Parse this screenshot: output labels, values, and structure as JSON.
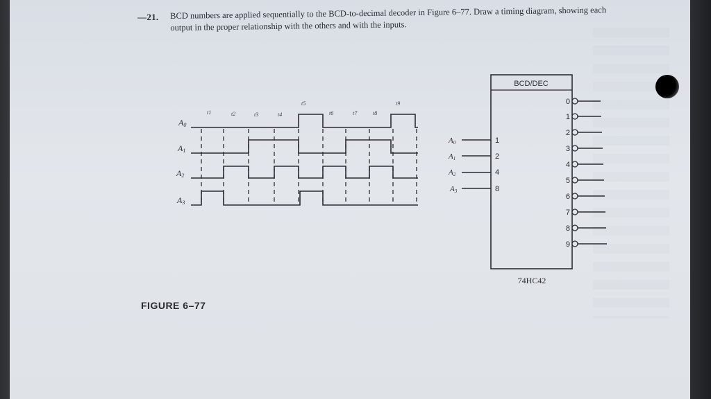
{
  "problem": {
    "number": "21.",
    "text": "BCD numbers are applied sequentially to the BCD-to-decimal decoder in Figure 6–77. Draw a timing diagram, showing each output in the proper relationship with the others and with the inputs."
  },
  "timing": {
    "inputs": [
      "A0",
      "A1",
      "A2",
      "A3"
    ],
    "handwritten_time_labels": [
      "t1",
      "t2",
      "t3",
      "t4",
      "t5",
      "t6",
      "t7",
      "t8",
      "t9"
    ]
  },
  "decoder": {
    "header": "BCD/DEC",
    "part": "74HC42",
    "inputs": [
      {
        "label": "A0",
        "weight": "1"
      },
      {
        "label": "A1",
        "weight": "2"
      },
      {
        "label": "A2",
        "weight": "4"
      },
      {
        "label": "A3",
        "weight": "8"
      }
    ],
    "outputs": [
      "0",
      "1",
      "2",
      "3",
      "4",
      "5",
      "6",
      "7",
      "8",
      "9"
    ]
  },
  "figure_caption": "FIGURE 6–77",
  "colors": {
    "ink": "#2b2c33",
    "paper": "#e1e5ea",
    "pencil": "#3b3c46"
  }
}
